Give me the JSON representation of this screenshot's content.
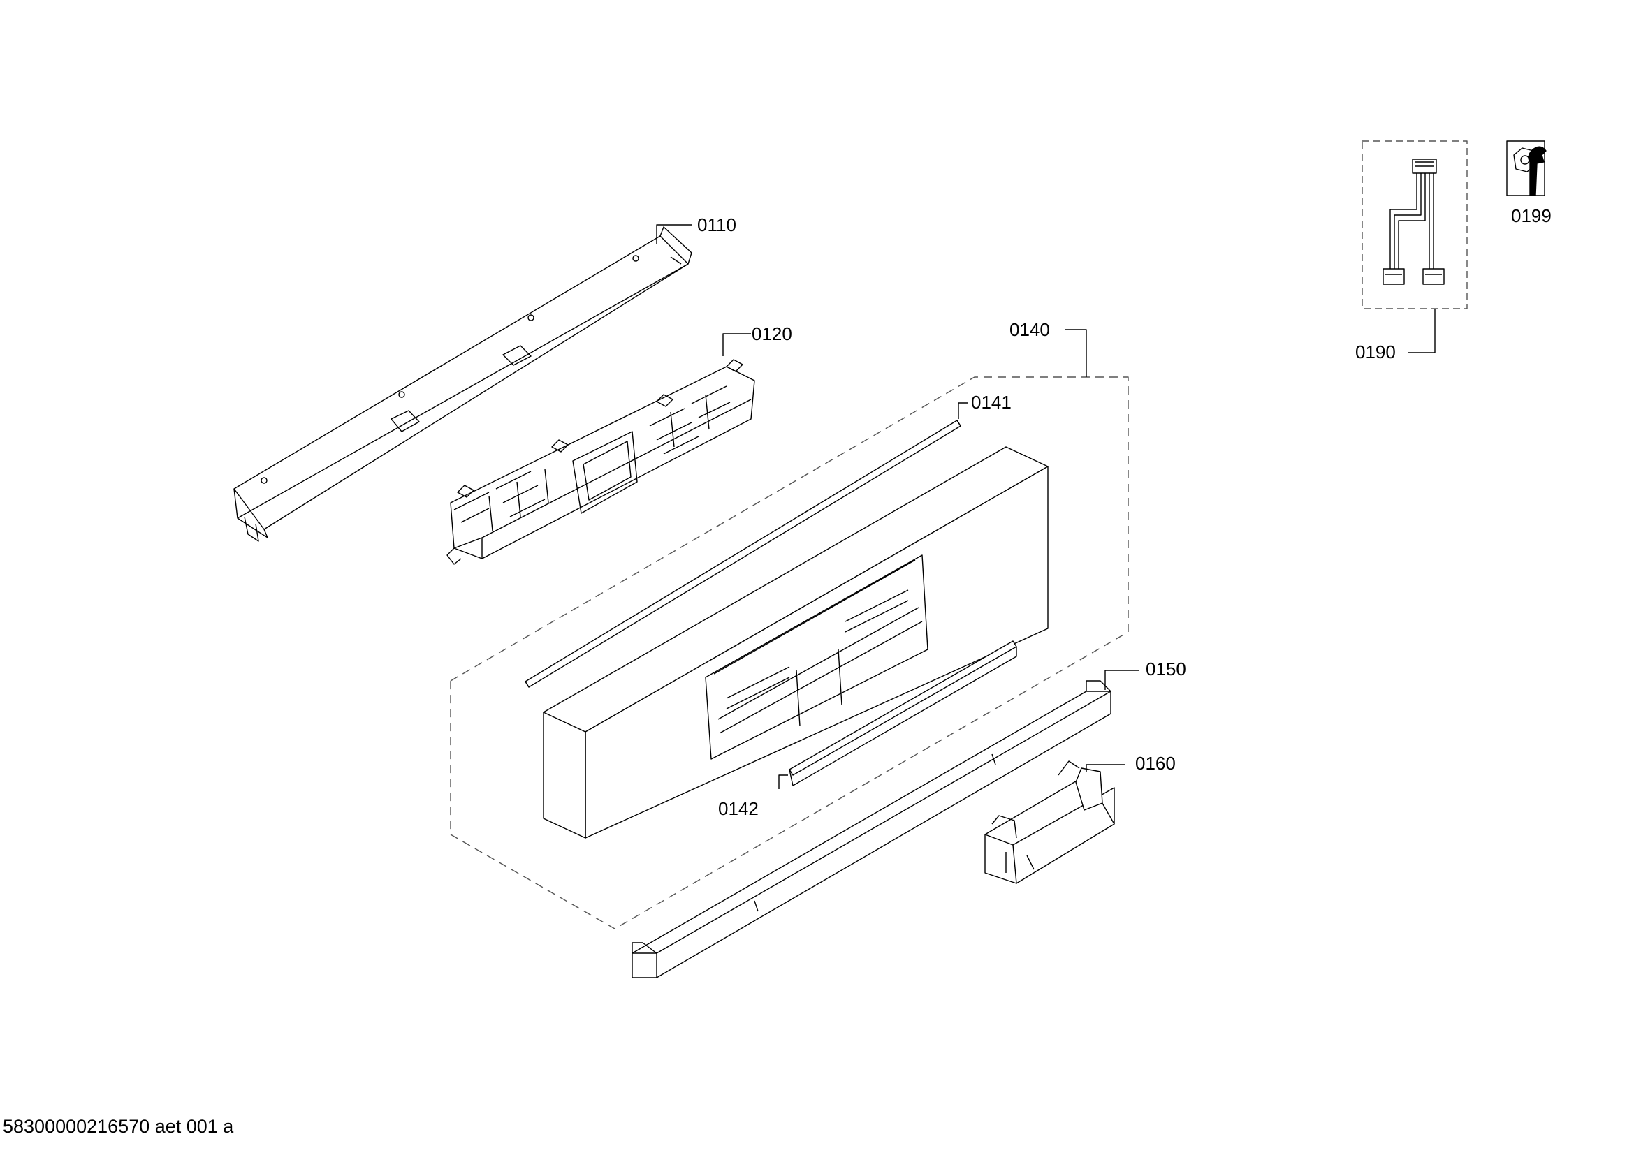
{
  "parts": [
    {
      "id": "rail-top",
      "label": "0110"
    },
    {
      "id": "control-module",
      "label": "0120"
    },
    {
      "id": "fascia-panel",
      "label": "0140"
    },
    {
      "id": "gasket-top",
      "label": "0141"
    },
    {
      "id": "strip-lower",
      "label": "0142"
    },
    {
      "id": "rail-bottom",
      "label": "0150"
    },
    {
      "id": "door-latch",
      "label": "0160"
    },
    {
      "id": "cable-harness",
      "label": "0190"
    },
    {
      "id": "service-kit",
      "label": "0199"
    }
  ],
  "drawing_code": "58300000216570 aet 001 a",
  "colors": {
    "line": "#000000",
    "dash": "#555555",
    "background": "#ffffff"
  }
}
